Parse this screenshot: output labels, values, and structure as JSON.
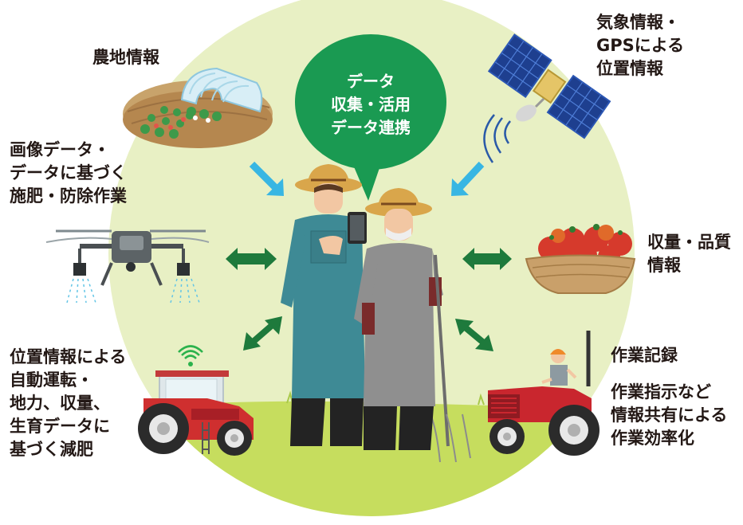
{
  "center_bubble": {
    "lines": [
      "データ",
      "収集・活用",
      "データ連携"
    ],
    "color": "#1a9a52"
  },
  "labels": {
    "farmland": [
      "農地情報"
    ],
    "weather_gps": [
      "気象情報・",
      "GPSによる",
      "位置情報"
    ],
    "drone": [
      "画像データ・",
      "データに基づく",
      "施肥・防除作業"
    ],
    "yield_quality": [
      "収量・品質",
      "情報"
    ],
    "tractor_left": [
      "位置情報による",
      "自動運転・",
      "地力、収量、",
      "生育データに",
      "基づく減肥"
    ],
    "work_record": [
      "作業記録"
    ],
    "work_share": [
      "作業指示など",
      "情報共有による",
      "作業効率化"
    ]
  },
  "colors": {
    "background_circle": "#e8f0c4",
    "grass": "#c6dd5e",
    "arrow_cyan": "#38b6e3",
    "arrow_green": "#1e7a3c",
    "text": "#231815"
  }
}
